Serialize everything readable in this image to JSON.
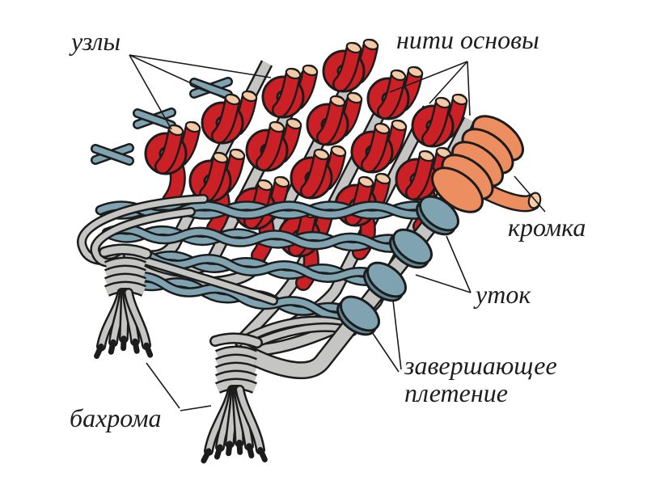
{
  "diagram": {
    "subject": "carpet-weave-structure",
    "labels": {
      "knots": "узлы",
      "warp_threads": "нити основы",
      "selvage": "кромка",
      "weft": "уток",
      "finishing_weave_line1": "завершающее",
      "finishing_weave_line2": "плетение",
      "fringe": "бахрома"
    },
    "colors": {
      "background": "#ffffff",
      "outline": "#1c1c1c",
      "label_text": "#1e1e1e",
      "knots": "#cb2026",
      "knot_cut_end": "#f3c9a6",
      "warp": "#c5c6c4",
      "weft": "#7fa3b1",
      "weft_dark": "#5e8795",
      "selvage": "#ec8e60",
      "selvage_cut_end": "#f6cda6",
      "fringe_tip": "#1c1c1c"
    }
  }
}
